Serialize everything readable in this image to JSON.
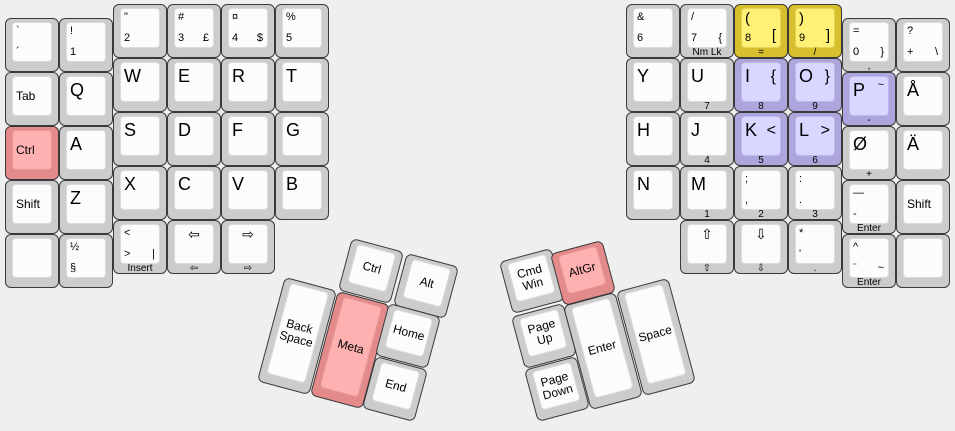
{
  "colors": {
    "red": "#ffb0b0",
    "yellow": "#fff176",
    "purple": "#d9d6ff"
  },
  "left_keys": [
    {
      "tl": "`",
      "bl": "´"
    },
    {
      "mid": "Tab"
    },
    {
      "mid": "Ctrl",
      "color": "red"
    },
    {
      "mid": "Shift"
    },
    {},
    {
      "tl": "!",
      "bl": "1"
    },
    {
      "big": "Q"
    },
    {
      "big": "A"
    },
    {
      "big": "Z"
    },
    {
      "tl": "½",
      "bl": "§"
    },
    {
      "tl": "\"",
      "bl": "2"
    },
    {
      "big": "W"
    },
    {
      "big": "S"
    },
    {
      "big": "X"
    },
    {
      "tl": "<",
      "bl": ">",
      "br": "|",
      "front": "Insert"
    },
    {
      "tl": "#",
      "bl": "3",
      "br": "£"
    },
    {
      "big": "E"
    },
    {
      "big": "D"
    },
    {
      "big": "C"
    },
    {
      "tc": "⇦",
      "front": "⇦"
    },
    {
      "tl": "¤",
      "bl": "4",
      "br": "$"
    },
    {
      "big": "R"
    },
    {
      "big": "F"
    },
    {
      "big": "V"
    },
    {
      "tc": "⇨",
      "front": "⇨"
    },
    {
      "tl": "%",
      "bl": "5"
    },
    {
      "big": "T"
    },
    {
      "big": "G"
    },
    {
      "big": "B"
    }
  ],
  "right_keys": [
    {
      "tl": "&",
      "bl": "6"
    },
    {
      "big": "Y"
    },
    {
      "big": "H"
    },
    {
      "big": "N"
    },
    {
      "tl": "/",
      "bl": "7",
      "br": "{",
      "front": "Nm Lk"
    },
    {
      "big": "U",
      "front": "7"
    },
    {
      "big": "J",
      "front": "4"
    },
    {
      "big": "M",
      "front": "1"
    },
    {
      "tc": "⇧",
      "front": "⇧"
    },
    {
      "tl": "(",
      "bl": "8",
      "br": "[",
      "front": "=",
      "color": "yellow"
    },
    {
      "big": "I",
      "bigr": "{",
      "front": "8",
      "color": "purple"
    },
    {
      "big": "K",
      "bigr": "<",
      "front": "5",
      "color": "purple"
    },
    {
      "tl": ";",
      "bl": ",",
      "front": "2"
    },
    {
      "tc": "⇩",
      "front": "⇩"
    },
    {
      "tl": ")",
      "bl": "9",
      "br": "]",
      "front": "/",
      "color": "yellow"
    },
    {
      "big": "O",
      "bigr": "}",
      "front": "9",
      "color": "purple"
    },
    {
      "big": "L",
      "bigr": ">",
      "front": "6",
      "color": "purple"
    },
    {
      "tl": ":",
      "bl": ".",
      "front": "3"
    },
    {
      "tl": "*",
      "bl": "'",
      "front": "."
    },
    {
      "tl": "=",
      "bl": "0",
      "br": "}",
      "front": ","
    },
    {
      "big": "P",
      "tr": "~",
      "front": "-",
      "color": "purple"
    },
    {
      "big": "Ø",
      "front": "+"
    },
    {
      "tl": "—",
      "bl": "-",
      "front": "Enter"
    },
    {
      "tl": "^",
      "bl": "¨",
      "br": "~",
      "front": "Enter"
    },
    {
      "tl": "?",
      "bl": "+",
      "br": "\\"
    },
    {
      "big": "Å"
    },
    {
      "big": "Ä"
    },
    {
      "mid": "Shift"
    },
    {}
  ],
  "left_thumb": [
    {
      "ctr": "Ctrl"
    },
    {
      "ctr": "Alt"
    },
    {
      "ctr": "Back\nSpace"
    },
    {
      "ctr": "Meta",
      "color": "red"
    },
    {
      "ctr": "Home"
    },
    {
      "ctr": "End"
    }
  ],
  "right_thumb": [
    {
      "ctr": "Cmd\nWin"
    },
    {
      "ctr": "AltGr",
      "color": "red"
    },
    {
      "ctr": "Page\nUp"
    },
    {
      "ctr": "Page\nDown"
    },
    {
      "ctr": "Enter"
    },
    {
      "ctr": "Space"
    }
  ]
}
